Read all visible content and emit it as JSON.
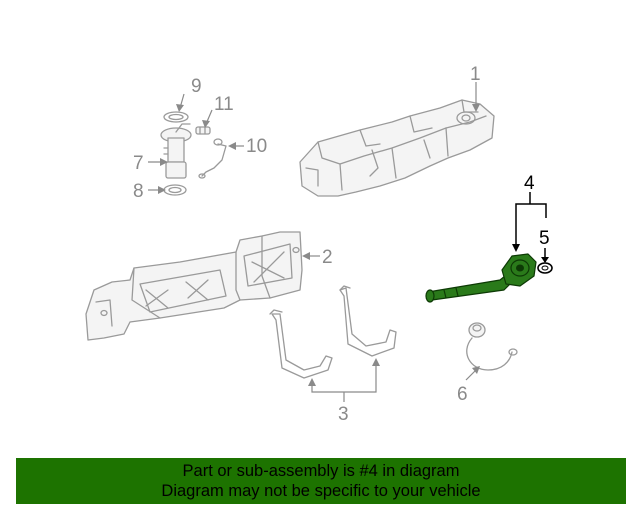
{
  "callouts": {
    "c1": "1",
    "c2": "2",
    "c3": "3",
    "c4": "4",
    "c5": "5",
    "c6": "6",
    "c7": "7",
    "c8": "8",
    "c9": "9",
    "c10": "10",
    "c11": "11"
  },
  "banner": {
    "line1": "Part or sub-assembly is #4 in diagram",
    "line2": "Diagram may not be specific to your vehicle"
  },
  "colors": {
    "banner_bg": "#1d7300",
    "highlight_part": "#2a7a1a",
    "line_art": "#9a9a9a"
  }
}
